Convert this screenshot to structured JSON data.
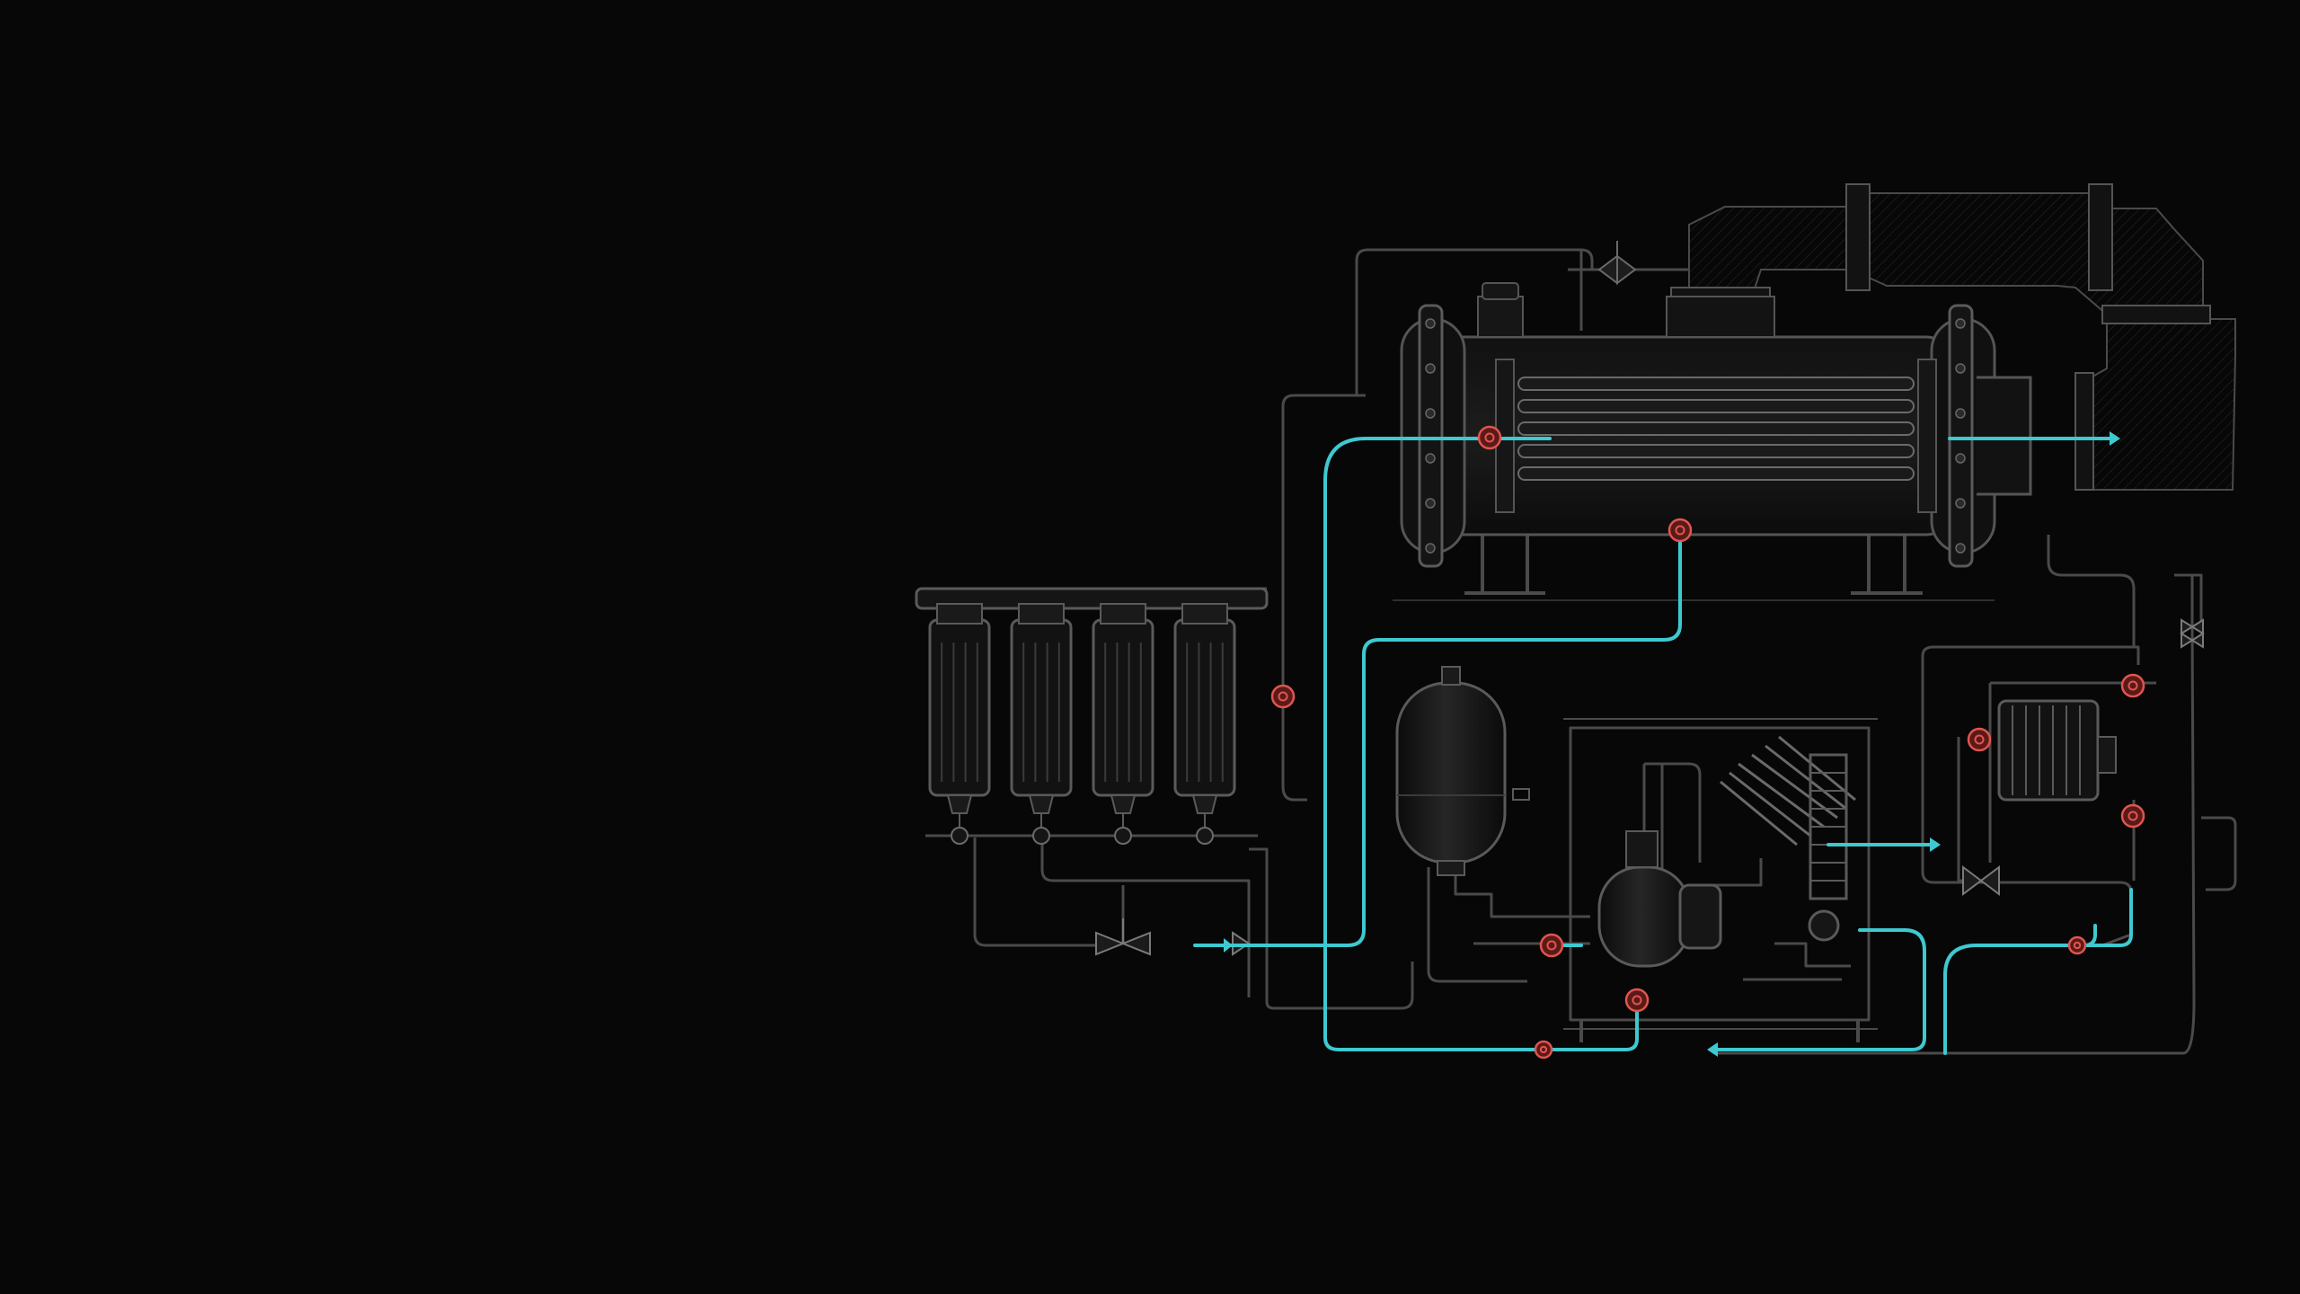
{
  "colors": {
    "background": "#070707",
    "line": "#4a4a4a",
    "line_light": "#6a6a6a",
    "body_fill": "#141414",
    "body_fill_dark": "#0d0d0d",
    "flow_highlight": "#3ec9d1",
    "sensor_ring": "#e0554f",
    "sensor_fill": "#5a1a18"
  },
  "components": [
    {
      "id": "heat-exchanger",
      "icon": "shell-and-tube-heat-exchanger"
    },
    {
      "id": "exhaust-duct",
      "icon": "duct-elbow"
    },
    {
      "id": "filter-bank",
      "icon": "cartridge-filter",
      "count": 4
    },
    {
      "id": "expansion-tank",
      "icon": "pressure-vessel"
    },
    {
      "id": "pump-skid",
      "icon": "pump-with-motor"
    },
    {
      "id": "inline-filter",
      "icon": "strainer"
    },
    {
      "id": "valves",
      "icon": "gate-valve"
    }
  ],
  "sensors": [
    {
      "id": "sensor-hx-inlet"
    },
    {
      "id": "sensor-hx-bottom"
    },
    {
      "id": "sensor-riser"
    },
    {
      "id": "sensor-pump-suction"
    },
    {
      "id": "sensor-pump-outlet"
    },
    {
      "id": "sensor-return-line"
    },
    {
      "id": "sensor-strainer-left"
    },
    {
      "id": "sensor-strainer-top"
    },
    {
      "id": "sensor-strainer-bottom"
    },
    {
      "id": "sensor-right-return"
    }
  ]
}
